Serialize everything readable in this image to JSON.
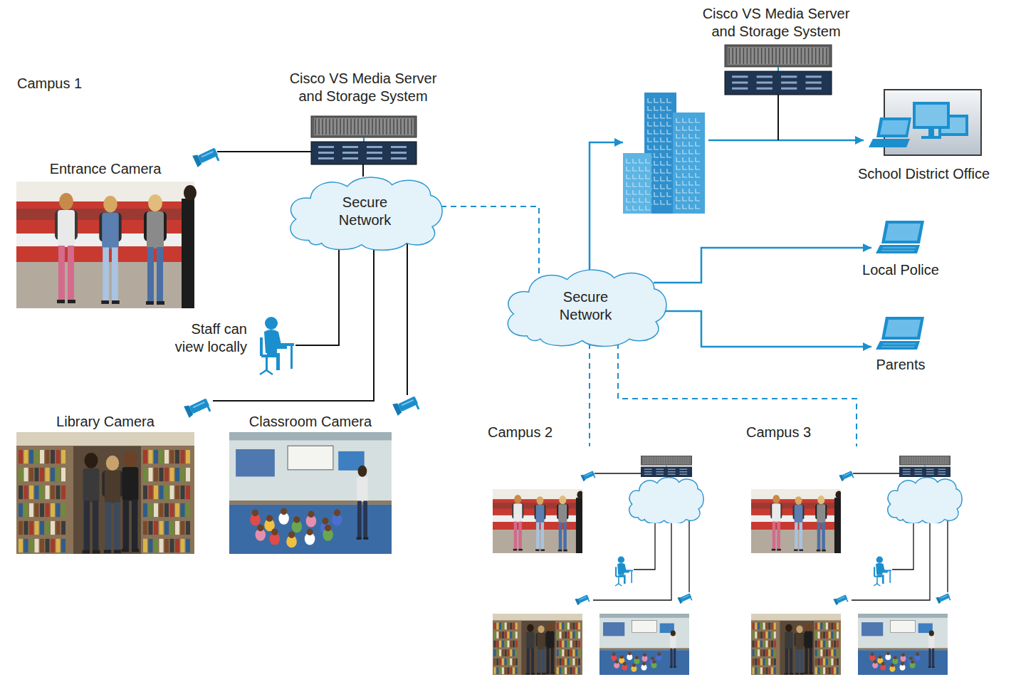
{
  "diagram": {
    "nodes": [
      {
        "text": [
          "Campus 1"
        ]
      },
      {
        "text": [
          "Cisco VS Media Server and Storage System"
        ],
        "in": 0
      },
      {
        "text": [
          "Entrance Camera"
        ],
        "in": 0
      },
      {
        "text": [
          "Secure Network"
        ],
        "in": 0
      },
      {
        "text": [
          "Staff can view locally"
        ],
        "in": 0
      },
      {
        "text": [
          "Library Camera"
        ],
        "in": 0
      },
      {
        "text": [
          "Classroom Camera"
        ],
        "in": 0
      },
      {
        "text": [
          "Secure Network"
        ]
      },
      {
        "text": [
          "Cisco VS Media Server and Storage System"
        ]
      },
      {
        "text": [
          "School District Office"
        ]
      },
      {
        "text": [
          "Local Police"
        ]
      },
      {
        "text": [
          "Parents"
        ]
      },
      {
        "text": [
          "Campus 2"
        ]
      },
      {
        "text": [
          "Campus 3"
        ]
      }
    ],
    "edges": [
      {
        "from": 2,
        "to": 1,
        "arrow": "none"
      },
      {
        "from": 1,
        "to": 3,
        "arrow": "none"
      },
      {
        "from": 3,
        "to": 4,
        "arrow": "none"
      },
      {
        "from": 3,
        "to": 5,
        "arrow": "none"
      },
      {
        "from": 3,
        "to": 6,
        "arrow": "none"
      },
      {
        "from": 3,
        "to": 7,
        "arrow": "none"
      },
      {
        "from": 7,
        "to": 8,
        "arrow": "to"
      },
      {
        "from": 8,
        "to": 9,
        "arrow": "to"
      },
      {
        "from": 7,
        "to": 10,
        "arrow": "to"
      },
      {
        "from": 7,
        "to": 11,
        "arrow": "to"
      },
      {
        "from": 7,
        "to": 12,
        "arrow": "none"
      },
      {
        "from": 7,
        "to": 13,
        "arrow": "none"
      }
    ]
  }
}
